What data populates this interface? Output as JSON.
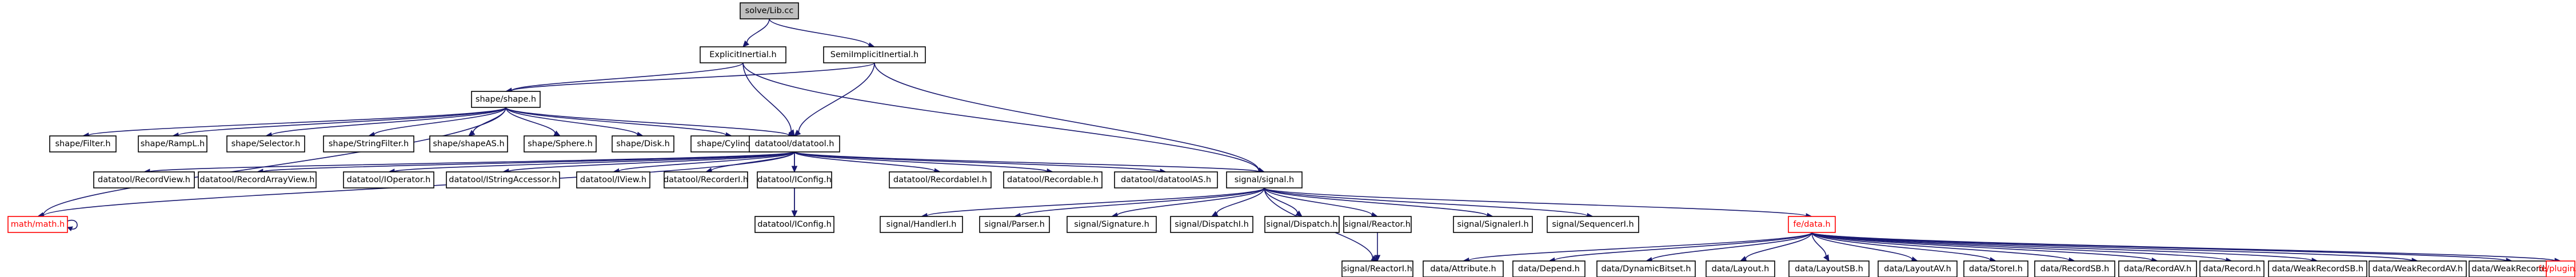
{
  "colors": {
    "edge": "#191970",
    "root_fill": "#bfbfbf",
    "node_fill": "#ffffff",
    "node_border": "#000000",
    "missing_node": "#ff0000"
  },
  "nodes": [
    {
      "id": "root",
      "label": "solve/Lib.cc",
      "style": "root"
    },
    {
      "id": "explicit",
      "label": "ExplicitInertial.h"
    },
    {
      "id": "semiimplicit",
      "label": "SemiImplicitInertial.h"
    },
    {
      "id": "shape",
      "label": "shape/shape.h"
    },
    {
      "id": "mathmath",
      "label": "math/math.h",
      "style": "missing"
    },
    {
      "id": "shapefilter",
      "label": "shape/Filter.h"
    },
    {
      "id": "shaperamp",
      "label": "shape/RampL.h"
    },
    {
      "id": "shapeselector",
      "label": "shape/Selector.h"
    },
    {
      "id": "shapestringfilter",
      "label": "shape/StringFilter.h"
    },
    {
      "id": "shapeshapeas",
      "label": "shape/shapeAS.h"
    },
    {
      "id": "shapesphere",
      "label": "shape/Sphere.h"
    },
    {
      "id": "shapedisk",
      "label": "shape/Disk.h"
    },
    {
      "id": "shapecylinder",
      "label": "shape/Cylinder.h"
    },
    {
      "id": "datatool",
      "label": "datatool/datatool.h"
    },
    {
      "id": "dt_recordview",
      "label": "datatool/RecordView.h"
    },
    {
      "id": "dt_recordarrayview",
      "label": "datatool/RecordArrayView.h"
    },
    {
      "id": "dt_ioperator",
      "label": "datatool/IOperator.h"
    },
    {
      "id": "dt_istringaccessor",
      "label": "datatool/IStringAccessor.h"
    },
    {
      "id": "dt_iview",
      "label": "datatool/IView.h"
    },
    {
      "id": "dt_recorderi",
      "label": "datatool/RecorderI.h"
    },
    {
      "id": "dt_iconfig",
      "label": "datatool/IConfig.h"
    },
    {
      "id": "dt_iconfigh",
      "label": "datatool/IConfig.h"
    },
    {
      "id": "dt_recordablei",
      "label": "datatool/RecordableI.h"
    },
    {
      "id": "dt_recordable",
      "label": "datatool/Recordable.h"
    },
    {
      "id": "dt_datatoolas",
      "label": "datatool/datatoolAS.h"
    },
    {
      "id": "signal",
      "label": "signal/signal.h"
    },
    {
      "id": "sig_handleri",
      "label": "signal/HandlerI.h"
    },
    {
      "id": "sig_parser",
      "label": "signal/Parser.h"
    },
    {
      "id": "sig_signature",
      "label": "signal/Signature.h"
    },
    {
      "id": "sig_dispatchi",
      "label": "signal/DispatchI.h"
    },
    {
      "id": "sig_dispatch",
      "label": "signal/Dispatch.h"
    },
    {
      "id": "sig_reactor",
      "label": "signal/Reactor.h"
    },
    {
      "id": "sig_reactori",
      "label": "signal/ReactorI.h"
    },
    {
      "id": "sig_signaleri",
      "label": "signal/SignalerI.h"
    },
    {
      "id": "sig_sequenceri",
      "label": "signal/SequencerI.h"
    },
    {
      "id": "fedata",
      "label": "fe/data.h",
      "style": "missing"
    },
    {
      "id": "d_attribute",
      "label": "data/Attribute.h"
    },
    {
      "id": "d_depend",
      "label": "data/Depend.h"
    },
    {
      "id": "d_dynamicbitset",
      "label": "data/DynamicBitset.h"
    },
    {
      "id": "d_layout",
      "label": "data/Layout.h"
    },
    {
      "id": "d_layoutsb",
      "label": "data/LayoutSB.h"
    },
    {
      "id": "d_layoutav",
      "label": "data/LayoutAV.h"
    },
    {
      "id": "d_storei",
      "label": "data/StoreI.h"
    },
    {
      "id": "d_recordsb",
      "label": "data/RecordSB.h"
    },
    {
      "id": "d_recordav",
      "label": "data/RecordAV.h"
    },
    {
      "id": "d_record",
      "label": "data/Record.h"
    },
    {
      "id": "d_weakrecordsb",
      "label": "data/WeakRecordSB.h"
    },
    {
      "id": "d_weakrecordav",
      "label": "data/WeakRecordAV.h"
    },
    {
      "id": "d_weakrecord",
      "label": "data/WeakRecord.h"
    },
    {
      "id": "feplugin",
      "label": "fe/plugin.h",
      "style": "missing"
    }
  ],
  "edges": [
    [
      "root",
      "explicit"
    ],
    [
      "root",
      "semiimplicit"
    ],
    [
      "explicit",
      "shape"
    ],
    [
      "explicit",
      "datatool"
    ],
    [
      "explicit",
      "signal"
    ],
    [
      "semiimplicit",
      "shape"
    ],
    [
      "semiimplicit",
      "datatool"
    ],
    [
      "semiimplicit",
      "signal"
    ],
    [
      "shape",
      "mathmath"
    ],
    [
      "shape",
      "shapefilter"
    ],
    [
      "shape",
      "shaperamp"
    ],
    [
      "shape",
      "shapeselector"
    ],
    [
      "shape",
      "shapestringfilter"
    ],
    [
      "shape",
      "shapeshapeas"
    ],
    [
      "shape",
      "shapesphere"
    ],
    [
      "shape",
      "shapedisk"
    ],
    [
      "shape",
      "shapecylinder"
    ],
    [
      "shape",
      "datatool"
    ],
    [
      "mathmath",
      "mathmath"
    ],
    [
      "datatool",
      "mathmath"
    ],
    [
      "datatool",
      "dt_recordview"
    ],
    [
      "datatool",
      "dt_recordarrayview"
    ],
    [
      "datatool",
      "dt_ioperator"
    ],
    [
      "datatool",
      "dt_istringaccessor"
    ],
    [
      "datatool",
      "dt_iview"
    ],
    [
      "datatool",
      "dt_recorderi"
    ],
    [
      "datatool",
      "dt_iconfig"
    ],
    [
      "datatool",
      "dt_iconfigh"
    ],
    [
      "datatool",
      "dt_recordablei"
    ],
    [
      "datatool",
      "dt_recordable"
    ],
    [
      "datatool",
      "dt_datatoolas"
    ],
    [
      "datatool",
      "signal"
    ],
    [
      "dt_iconfig",
      "dt_iconfigh"
    ],
    [
      "signal",
      "sig_handleri"
    ],
    [
      "signal",
      "sig_parser"
    ],
    [
      "signal",
      "sig_signature"
    ],
    [
      "signal",
      "sig_dispatchi"
    ],
    [
      "signal",
      "sig_dispatch"
    ],
    [
      "signal",
      "sig_reactor"
    ],
    [
      "signal",
      "sig_reactori"
    ],
    [
      "signal",
      "sig_signaleri"
    ],
    [
      "signal",
      "sig_sequenceri"
    ],
    [
      "signal",
      "fedata"
    ],
    [
      "sig_reactor",
      "sig_reactori"
    ],
    [
      "fedata",
      "d_attribute"
    ],
    [
      "fedata",
      "d_depend"
    ],
    [
      "fedata",
      "d_dynamicbitset"
    ],
    [
      "fedata",
      "d_layout"
    ],
    [
      "fedata",
      "d_layoutsb"
    ],
    [
      "fedata",
      "d_layoutav"
    ],
    [
      "fedata",
      "d_storei"
    ],
    [
      "fedata",
      "d_recordsb"
    ],
    [
      "fedata",
      "d_recordav"
    ],
    [
      "fedata",
      "d_record"
    ],
    [
      "fedata",
      "d_weakrecordsb"
    ],
    [
      "fedata",
      "d_weakrecordav"
    ],
    [
      "fedata",
      "d_weakrecord"
    ],
    [
      "fedata",
      "feplugin"
    ]
  ]
}
